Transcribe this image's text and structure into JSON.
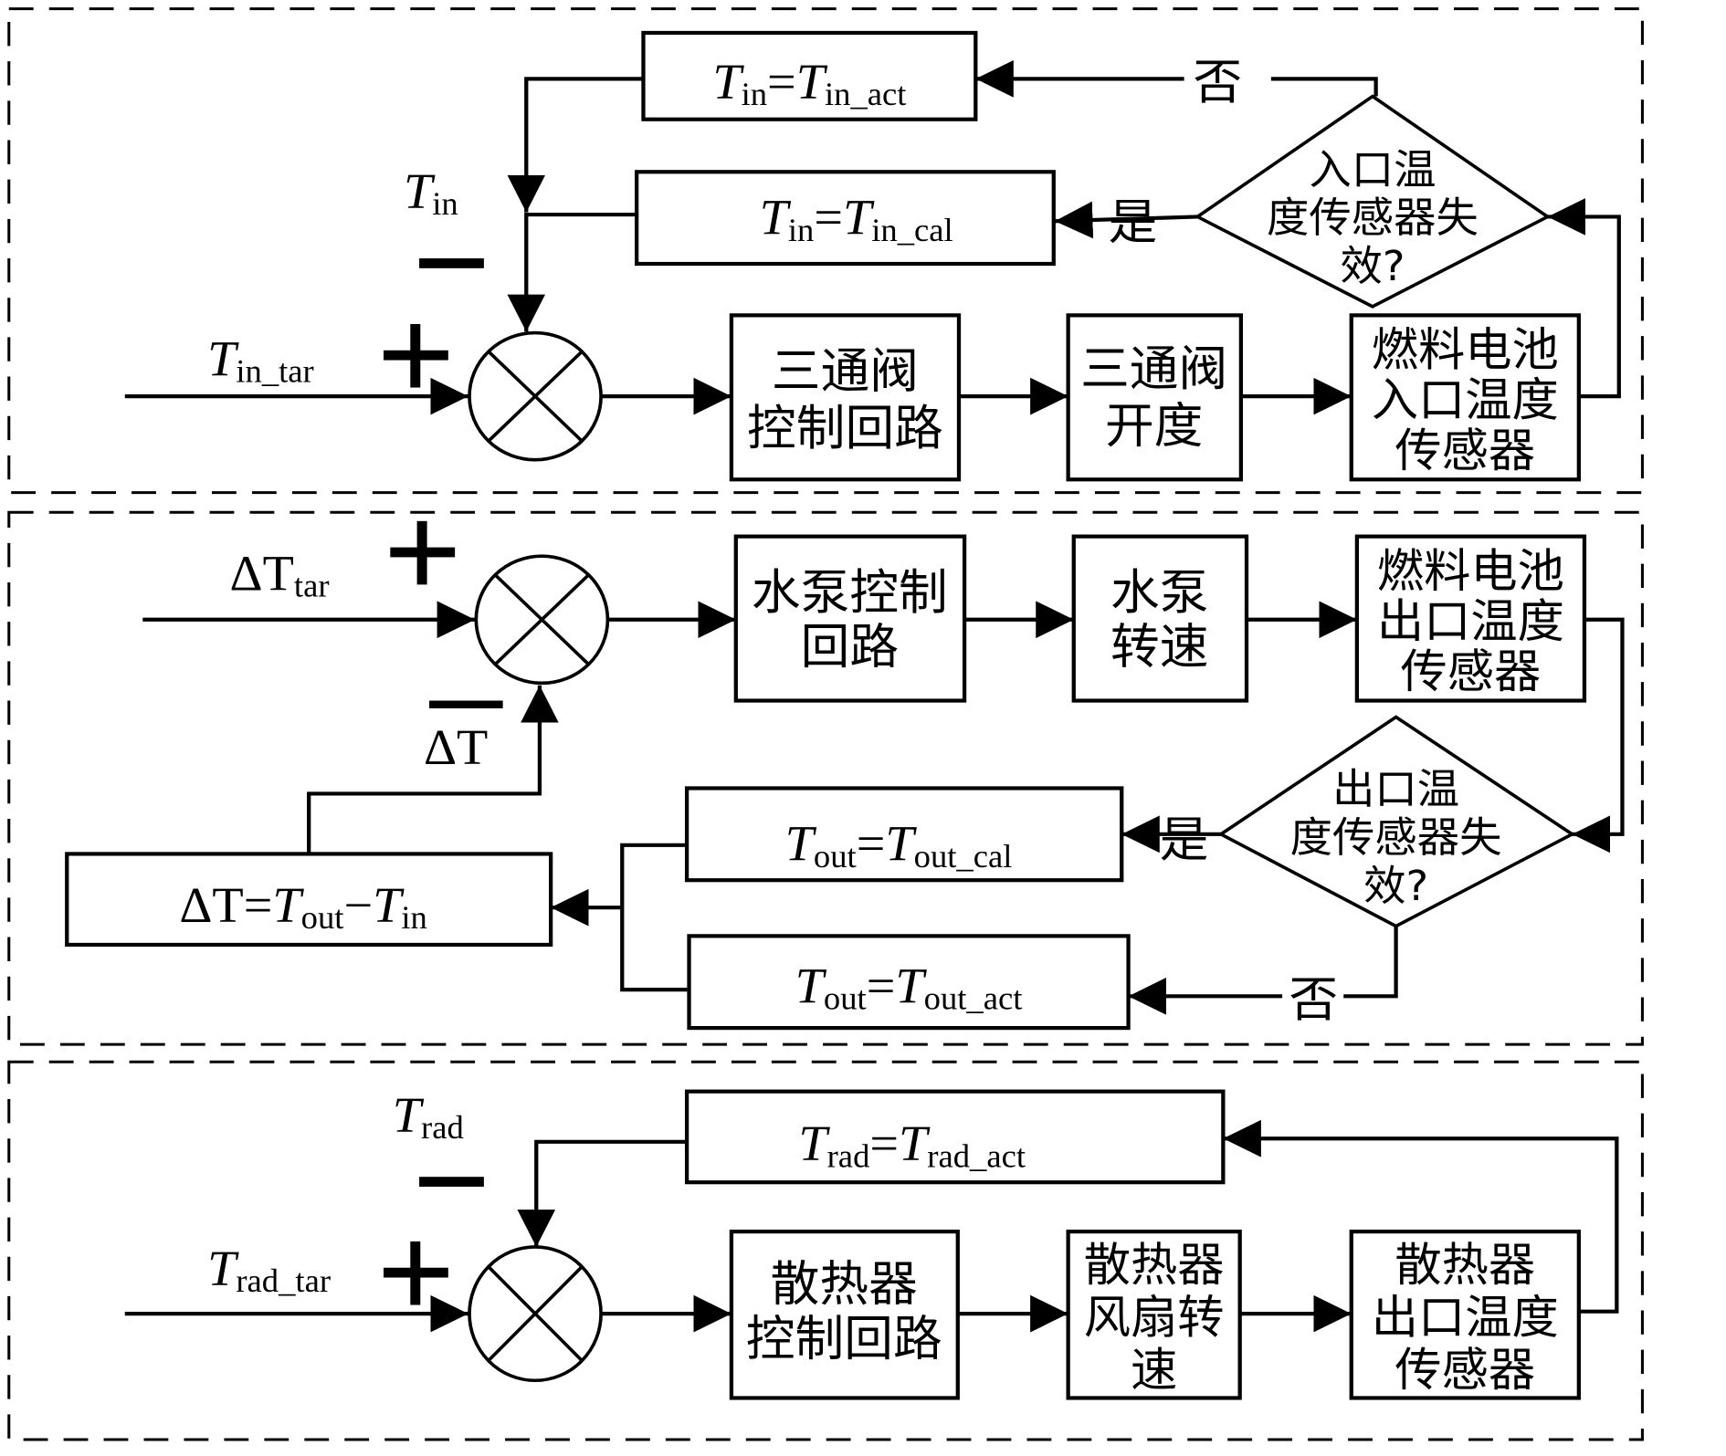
{
  "sections": {
    "inlet": {
      "name": "inlet-temperature-loop",
      "inputs": {
        "target_symbol": "T",
        "target_sub": "in_tar",
        "feedback_symbol": "T",
        "feedback_sub": "in",
        "plus": "+",
        "minus": "−"
      },
      "blocks": {
        "controller": [
          "三通阀",
          "控制回路"
        ],
        "actuator": [
          "三通阀",
          "开度"
        ],
        "sensor": [
          "燃料电池",
          "入口温度",
          "传感器"
        ],
        "decision": [
          "入口温",
          "度传感器失",
          "效?"
        ],
        "act_assign": {
          "lhs": "T",
          "lhs_sub": "in",
          "eq": "=",
          "rhs": "T",
          "rhs_sub": "in_act"
        },
        "cal_assign": {
          "lhs": "T",
          "lhs_sub": "in",
          "eq": "=",
          "rhs": "T",
          "rhs_sub": "in_cal"
        }
      },
      "branch_yes": "是",
      "branch_no": "否"
    },
    "outlet": {
      "name": "delta-temperature-loop",
      "inputs": {
        "target_symbol": "ΔT",
        "target_sub": "tar",
        "feedback_symbol": "ΔT",
        "plus": "+",
        "minus": "—"
      },
      "blocks": {
        "controller": [
          "水泵控制",
          "回路"
        ],
        "actuator": [
          "水泵",
          "转速"
        ],
        "sensor": [
          "燃料电池",
          "出口温度",
          "传感器"
        ],
        "decision": [
          "出口温",
          "度传感器失",
          "效?"
        ],
        "cal_assign": {
          "lhs": "T",
          "lhs_sub": "out",
          "eq": "=",
          "rhs": "T",
          "rhs_sub": "out_cal"
        },
        "act_assign": {
          "lhs": "T",
          "lhs_sub": "out",
          "eq": "=",
          "rhs": "T",
          "rhs_sub": "out_act"
        },
        "delta_calc": {
          "lhs": "ΔT",
          "eq": "=",
          "a": "T",
          "a_sub": "out",
          "op": "−",
          "b": "T",
          "b_sub": "in"
        }
      },
      "branch_yes": "是",
      "branch_no": "否"
    },
    "radiator": {
      "name": "radiator-temperature-loop",
      "inputs": {
        "target_symbol": "T",
        "target_sub": "rad_tar",
        "feedback_symbol": "T",
        "feedback_sub": "rad",
        "plus": "+",
        "minus": "−"
      },
      "blocks": {
        "controller": [
          "散热器",
          "控制回路"
        ],
        "actuator": [
          "散热器",
          "风扇转",
          "速"
        ],
        "sensor": [
          "散热器",
          "出口温度",
          "传感器"
        ],
        "act_assign": {
          "lhs": "T",
          "lhs_sub": "rad",
          "eq": "=",
          "rhs": "T",
          "rhs_sub": "rad_act"
        }
      }
    }
  },
  "icons": {
    "summing_junction": "circle-with-x",
    "arrowhead": "filled-triangle"
  }
}
